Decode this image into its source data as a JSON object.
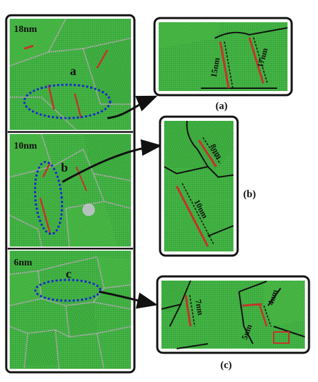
{
  "figure": {
    "panels_left": [
      {
        "id": "panel-18nm",
        "size_label": "18nm",
        "circle_label": "a"
      },
      {
        "id": "panel-10nm",
        "size_label": "10nm",
        "circle_label": "b"
      },
      {
        "id": "panel-6nm",
        "size_label": "6nm",
        "circle_label": "c"
      }
    ],
    "panels_right": [
      {
        "id": "zoom-a",
        "caption": "(a)",
        "measurements": [
          "15nm",
          "17nm"
        ]
      },
      {
        "id": "zoom-b",
        "caption": "(b)",
        "measurements": [
          "8nm",
          "10nm"
        ]
      },
      {
        "id": "zoom-c",
        "caption": "(c)",
        "measurements": [
          "7nm",
          "5nm",
          "4nm"
        ]
      }
    ],
    "colors": {
      "grain_green": "#44b844",
      "grain_green_dark": "#2f9a35",
      "fault_red": "#c8312b",
      "boundary_gray": "#b7a7b5",
      "ellipse_blue": "#1a24d8",
      "frame": "#111111"
    }
  }
}
